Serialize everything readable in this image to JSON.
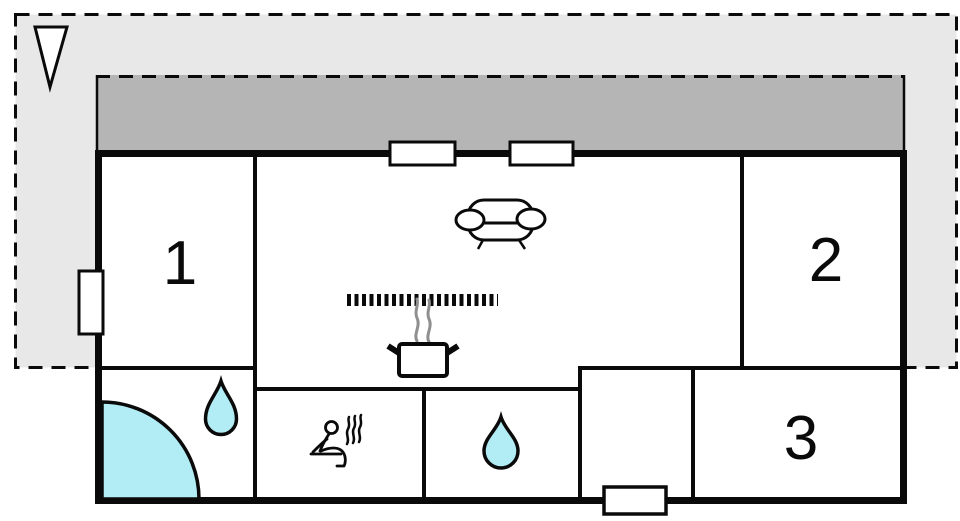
{
  "plan": {
    "type": "floor-plan",
    "rooms": [
      {
        "id": "room-1",
        "label": "1"
      },
      {
        "id": "room-2",
        "label": "2"
      },
      {
        "id": "room-3",
        "label": "3"
      }
    ],
    "icons": [
      "north-arrow-icon",
      "sofa-icon",
      "kitchen-counter-icon",
      "cooking-pot-icon",
      "steam-icon",
      "shower-corner-icon",
      "water-drop-icon-bathroom",
      "water-drop-icon-wc",
      "sauna-person-icon",
      "window-icon",
      "entrance-door-icon"
    ],
    "colors": {
      "terrace_light": "#e8e8e8",
      "terrace_dark": "#b5b5b5",
      "water": "#b2ecf4",
      "wall": "#0a0a0a",
      "steam": "#8f8f8f",
      "background": "#ffffff"
    }
  }
}
